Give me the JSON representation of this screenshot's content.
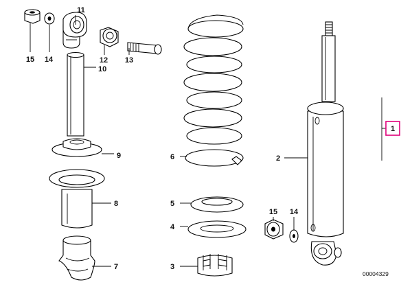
{
  "diagram": {
    "callouts": {
      "c1": "1",
      "c2": "2",
      "c3": "3",
      "c4": "4",
      "c5": "5",
      "c6": "6",
      "c7": "7",
      "c8": "8",
      "c9": "9",
      "c10": "10",
      "c11": "11",
      "c12": "12",
      "c13": "13",
      "c14a": "14",
      "c15a": "15",
      "c14b": "14",
      "c15b": "15"
    },
    "document_number": "00004329",
    "highlight_color": "#e0007a",
    "line_color": "#000000"
  }
}
